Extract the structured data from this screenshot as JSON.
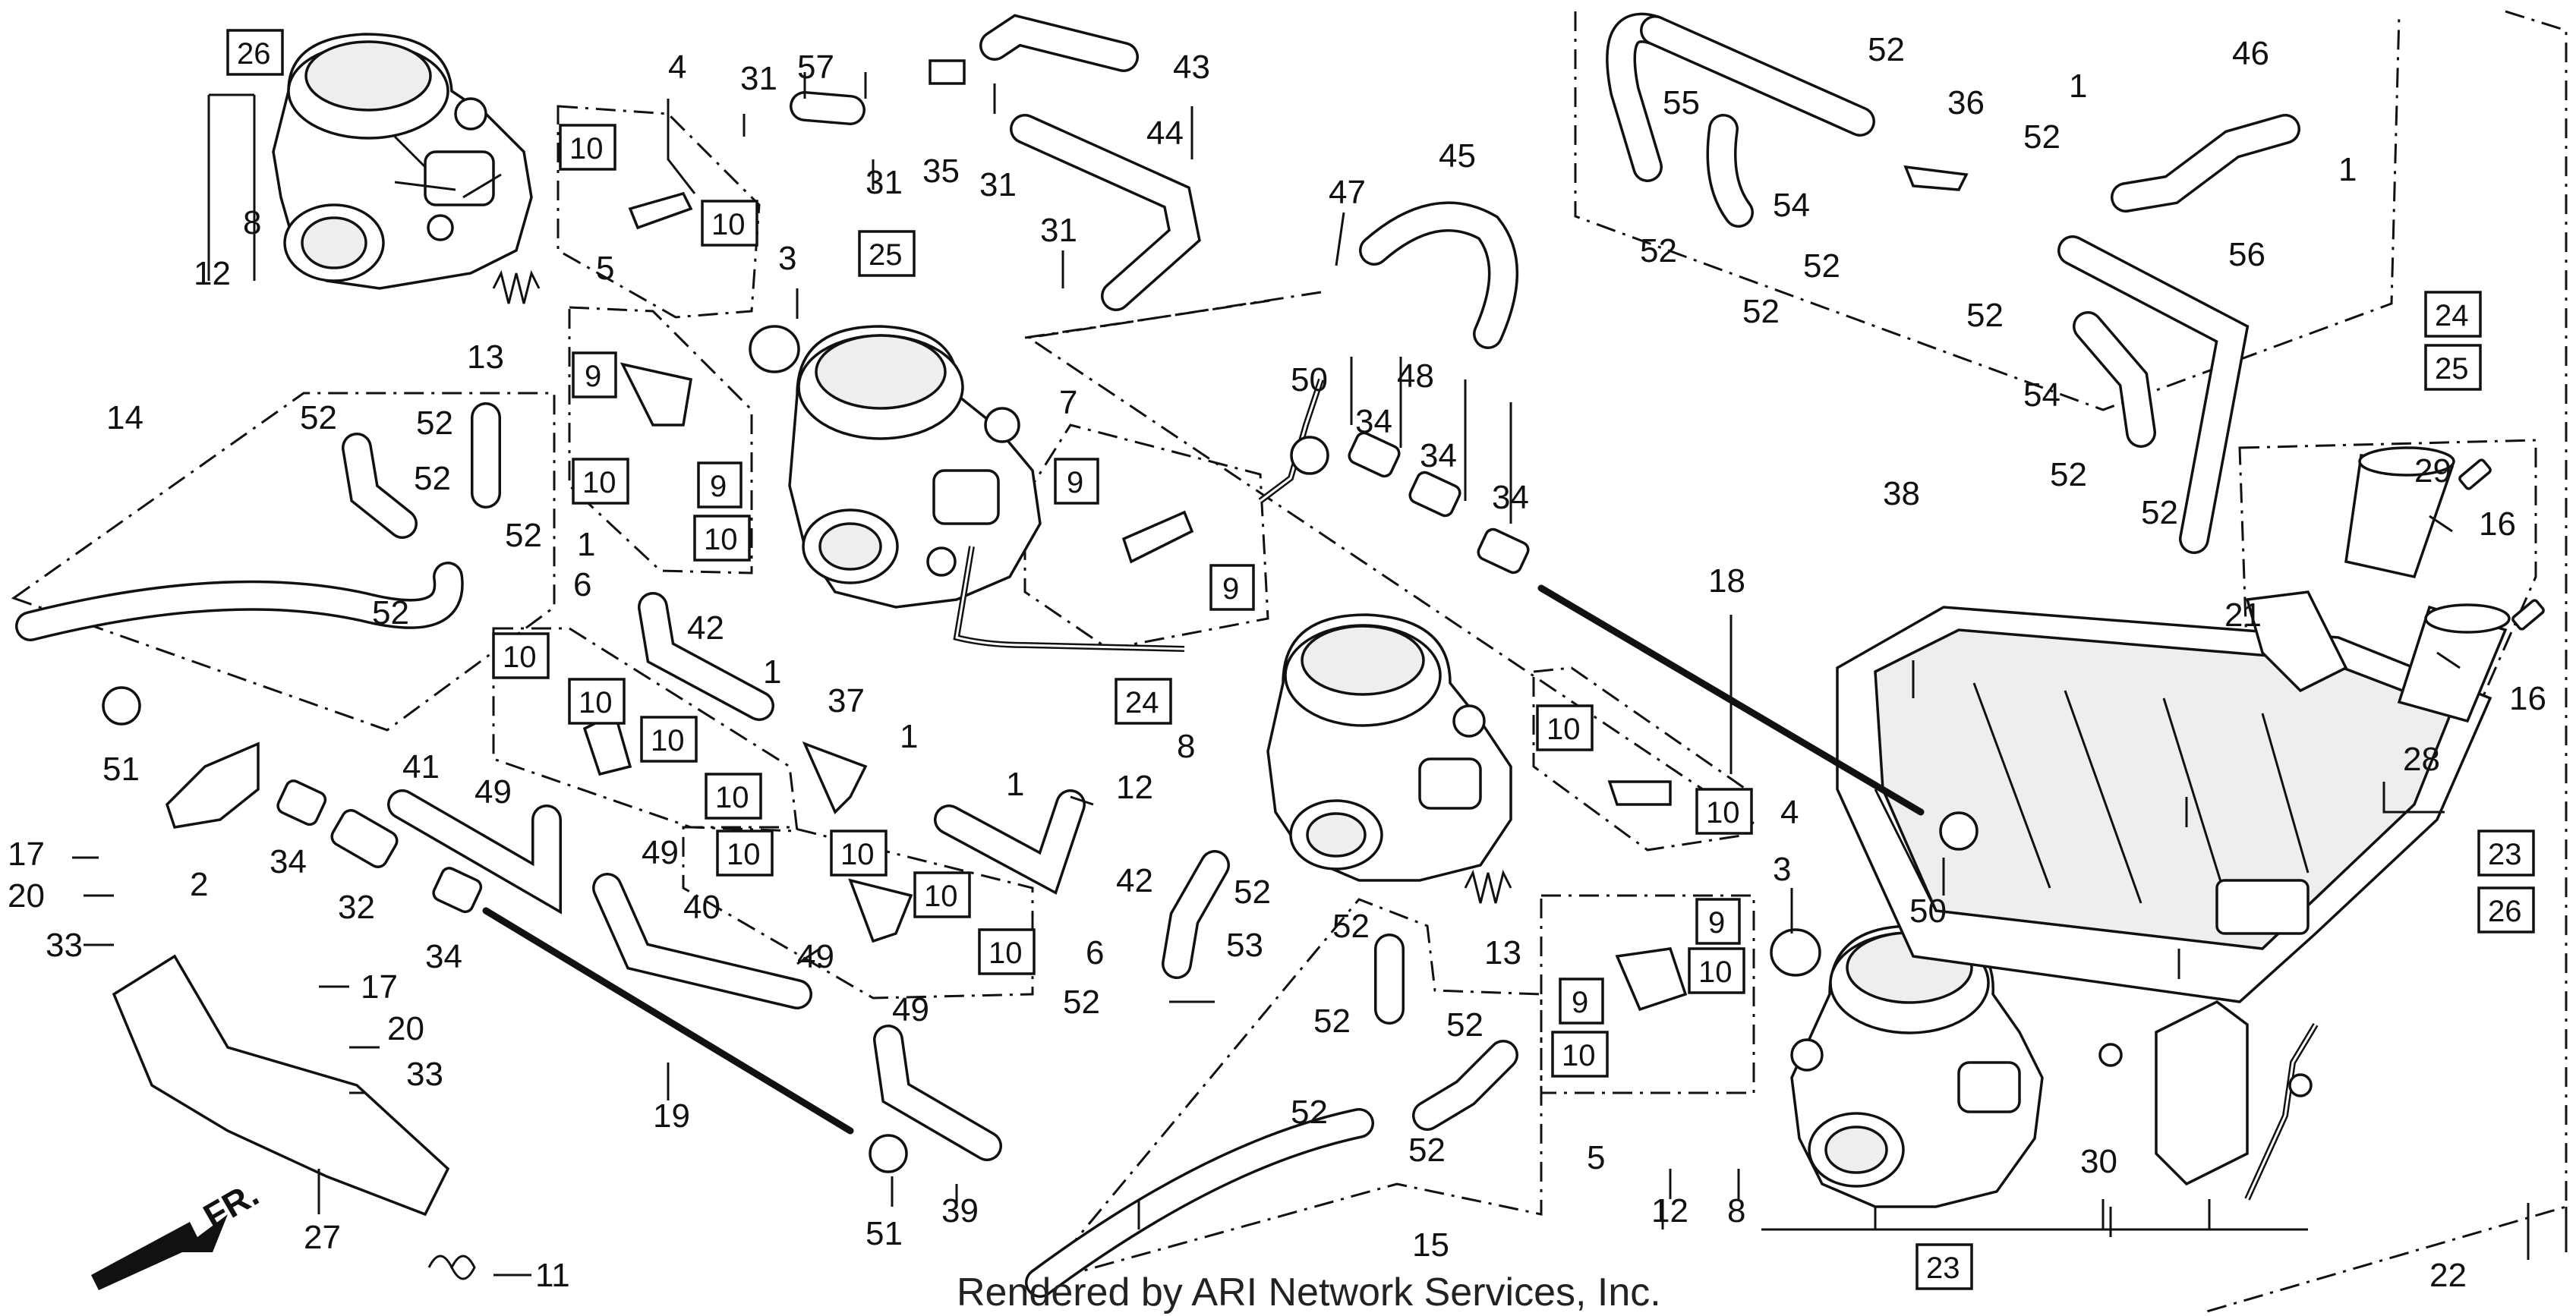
{
  "diagram": {
    "footer": "Rendered by ARI Network Services, Inc.",
    "front_arrow_label": "FR.",
    "callouts": {
      "c1": "1",
      "c2": "2",
      "c3": "3",
      "c4": "4",
      "c5": "5",
      "c6": "6",
      "c7": "7",
      "c8": "8",
      "c9": "9",
      "c10": "10",
      "c11": "11",
      "c12": "12",
      "c13": "13",
      "c14": "14",
      "c15": "15",
      "c16": "16",
      "c17": "17",
      "c18": "18",
      "c19": "19",
      "c20": "20",
      "c21": "21",
      "c22": "22",
      "c23": "23",
      "c24": "24",
      "c25": "25",
      "c26": "26",
      "c27": "27",
      "c28": "28",
      "c29": "29",
      "c30": "30",
      "c31": "31",
      "c32": "32",
      "c33": "33",
      "c34": "34",
      "c35": "35",
      "c36": "36",
      "c37": "37",
      "c38": "38",
      "c39": "39",
      "c40": "40",
      "c41": "41",
      "c42": "42",
      "c43": "43",
      "c44": "44",
      "c45": "45",
      "c46": "46",
      "c47": "47",
      "c48": "48",
      "c49": "49",
      "c50": "50",
      "c51": "51",
      "c52": "52",
      "c53": "53",
      "c54": "54",
      "c55": "55",
      "c56": "56",
      "c57": "57"
    }
  }
}
